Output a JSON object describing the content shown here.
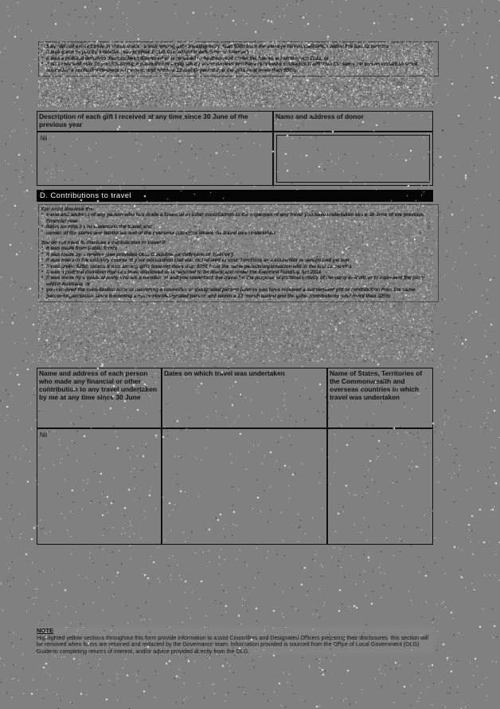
{
  "document": {
    "background_color": "#808080",
    "text_color": "#101010",
    "quality": "degraded-scan"
  },
  "gift_rules": {
    "bullets": [
      "they did not exceed $500 in value, unless it was among gifts totalling more than $500 from the same person/organisation within the last 12 months",
      "it was given to you by a relative (see provided OLG Guideline for definition of 'relative')",
      "it was a political donation that has been disclosed or is required to be disclosed under the Electoral Funding Act 2018, or",
      "it was received prior to you becoming a councillor or designated person (unless you have received a subsequent gift from the same person/organisation since becoming a councillor/designated person, and within a 12-month period and the gifts total more than $500)"
    ]
  },
  "gift_table": {
    "headers": [
      "Description of each gift I received at any time since 30 June of the previous year",
      "Name and address of donor"
    ],
    "rows": [
      {
        "description": "Nil",
        "donor": ""
      }
    ]
  },
  "section_d": {
    "title": "D. Contributions to travel"
  },
  "travel_rules": {
    "must_intro": "You must disclose the:",
    "must_bullets": [
      "name and address of any person who has made a financial or other contribution to the expenses of any travel you have undertaken since 30 June of the previous financial year",
      "dates on which you undertook the travel, and",
      "names of the states and territories and of the overseas countries where the travel was undertaken."
    ],
    "not_intro": "You do not need to disclose a contribution to travel if:",
    "not_bullets": [
      "it was made from public funds",
      "it was made by a relative (see provided OLG Guideline for definition of 'relative')",
      "it was made in the ordinary course of your occupation that was not related to your functions as a councillor or designated person",
      "it was under $250, unless it was among gifts totalling more than $250 from the same person/organisation within the last 12 months",
      "it was a political donation that has been disclosed or is required to be disclosed under the Electoral Funding Act 2018",
      "it was made by a political party you are a member of and you undertook the travel for the purpose of political activity of the party in NSW, or to represent the party within Australia, or",
      "you received the contribution prior to becoming a councillor or designated person (unless you have received a subsequent gift or contribution from the same person/organisation since becoming a councillor/designated person and within a 12 month period and the gifts/contributions total more than $250)"
    ]
  },
  "travel_table": {
    "headers": [
      "Name and address of each person who made any financial or other contribution to any travel undertaken by me at any time since 30 June",
      "Dates on which travel was undertaken",
      "Name of States, Territories of the Commonwealth and overseas countries in which travel was undertaken"
    ],
    "rows": [
      {
        "contributor": "Nil",
        "dates": "",
        "places": ""
      }
    ]
  },
  "note": {
    "title": "NOTE",
    "body": "Highlighted yellow sections throughout this form provide information to assist Councillors and Designated Officers preparing their disclosures, this section will be removed when forms are returned and redacted by the Governance team. Information provided is sourced from the Office of Local Government (OLG) Guide to completing returns of interest, and/or advice provided directly from the OLG."
  }
}
